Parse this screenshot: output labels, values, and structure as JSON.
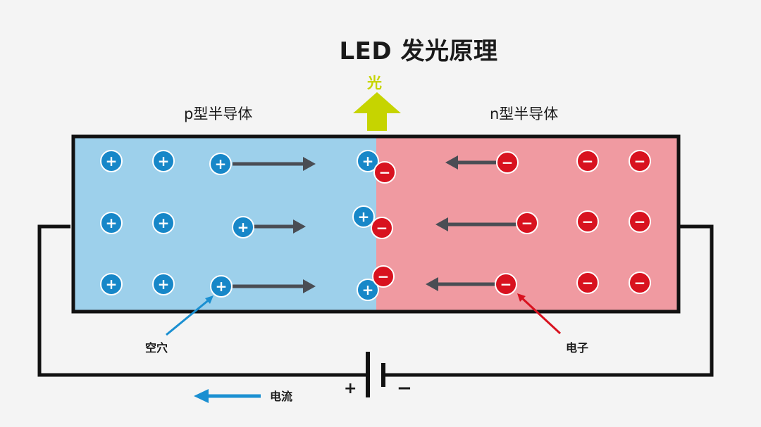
{
  "title": "LED 发光原理",
  "light": {
    "label": "光"
  },
  "regions": {
    "p": "p型半导体",
    "n": "n型半导体"
  },
  "annotations": {
    "hole": "空穴",
    "electron": "电子",
    "current": "电流"
  },
  "battery": {
    "positive": "+",
    "negative": "−"
  },
  "particles": {
    "hole_symbol": "+",
    "electron_symbol": "−"
  },
  "colors": {
    "p_region": "#9dd0eb",
    "n_region": "#f09aa1",
    "hole": "#1787c8",
    "electron": "#d8121f",
    "light_arrow": "#c6d400",
    "current_arrow": "#1a8fd1",
    "motion_arrow": "#4a4d54",
    "wire": "#111111"
  }
}
